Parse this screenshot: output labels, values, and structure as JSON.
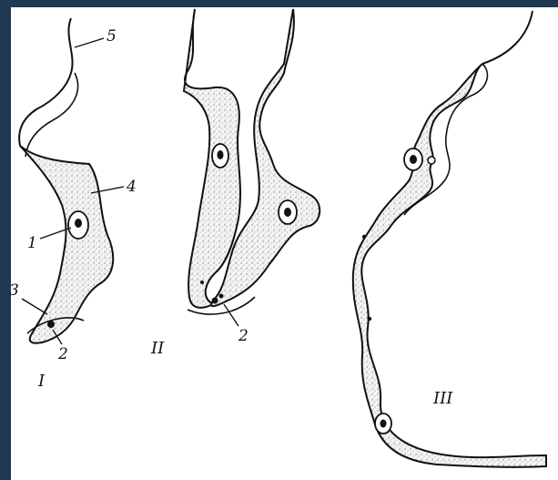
{
  "labels": {
    "l5": "5",
    "l4": "4",
    "l1": "1",
    "l3": "3",
    "l2a": "2",
    "l2b": "2",
    "rI": "I",
    "rII": "II",
    "rIII": "III"
  },
  "colors": {
    "frame": "#1e3a52",
    "ink": "#111111",
    "paper": "#ffffff"
  }
}
